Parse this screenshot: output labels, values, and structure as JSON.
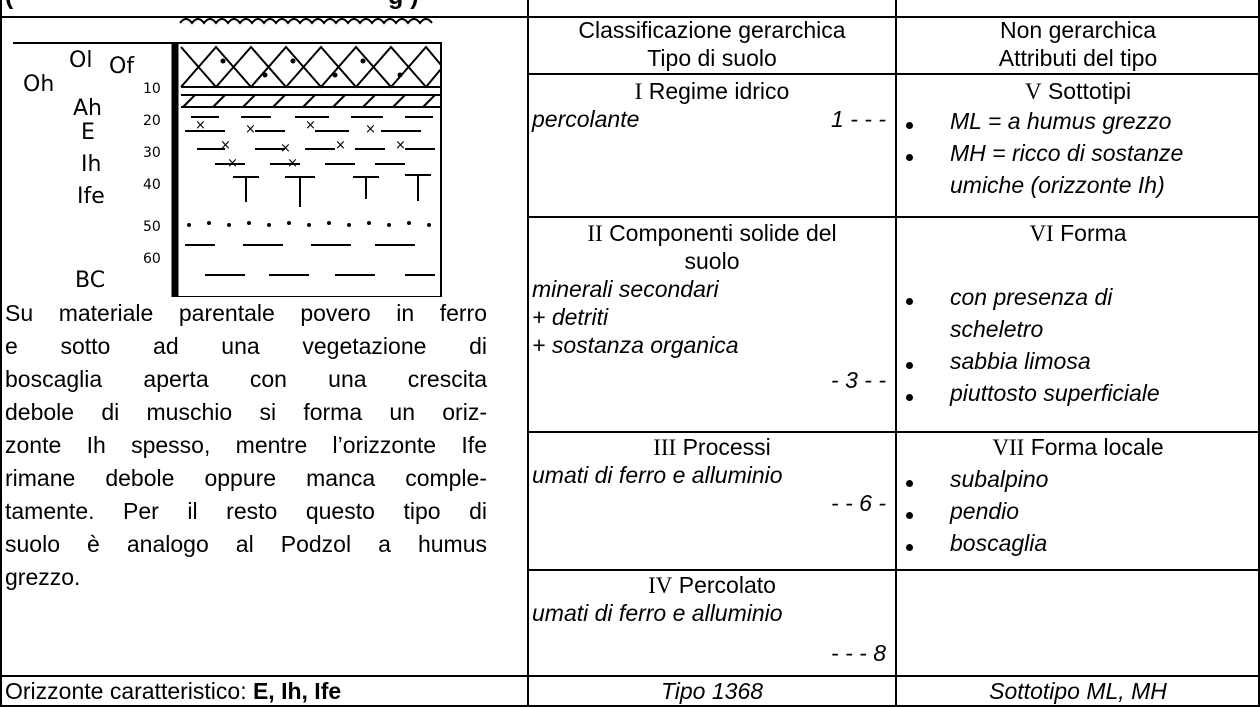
{
  "header_fragment": "(",
  "header_fragment_right": "g      )",
  "columns": {
    "col2_line1": "Classificazione gerarchica",
    "col2_line2": "Tipo di suolo",
    "col3_line1": "Non gerarchica",
    "col3_line2": "Attributi del tipo"
  },
  "profile": {
    "horizons": [
      "Ol",
      "Of",
      "Oh",
      "Ah",
      "E",
      "Ih",
      "Ife",
      "BC"
    ],
    "depths": [
      "10",
      "20",
      "30",
      "40",
      "50",
      "60"
    ]
  },
  "description": [
    "Su materiale parentale povero in ferro",
    "e   sotto   ad   una   vegetazione   di",
    "boscaglia aperta con una crescita",
    "debole di muschio si forma un oriz-",
    "zonte Ih spesso, mentre l’orizzonte Ife",
    "rimane debole oppure manca comple-",
    "tamente. Per il resto questo tipo di",
    "suolo è analogo al Podzol a humus",
    "grezzo."
  ],
  "hier": {
    "s1": {
      "roman": "I",
      "title": "Regime idrico",
      "value": "percolante",
      "code": "1 - - -"
    },
    "s2": {
      "roman": "II",
      "title1": "Componenti solide del",
      "title2": "suolo",
      "v1": "minerali secondari",
      "v2": "+ detriti",
      "v3": "+ sostanza organica",
      "code": "- 3 - -"
    },
    "s3": {
      "roman": "III",
      "title": "Processi",
      "value": "umati di ferro e alluminio",
      "code": "- - 6 -"
    },
    "s4": {
      "roman": "IV",
      "title": "Percolato",
      "value": "umati di ferro e alluminio",
      "code": "- - - 8"
    }
  },
  "nonhier": {
    "s5": {
      "roman": "V",
      "title": "Sottotipi",
      "b1": "ML = a humus grezzo",
      "b2a": "MH = ricco di sostanze",
      "b2b": "umiche (orizzonte Ih)"
    },
    "s6": {
      "roman": "VI",
      "title": "Forma",
      "b1a": "con presenza di",
      "b1b": "scheletro",
      "b2": "sabbia limosa",
      "b3": "piuttosto superficiale"
    },
    "s7": {
      "roman": "VII",
      "title": "Forma locale",
      "b1": "subalpino",
      "b2": "pendio",
      "b3": "boscaglia"
    }
  },
  "footer": {
    "horizon_label": "Orizzonte caratteristico: ",
    "horizon_value": "E, Ih, Ife",
    "tipo": "Tipo 1368",
    "sottotipo": "Sottotipo ML, MH"
  }
}
